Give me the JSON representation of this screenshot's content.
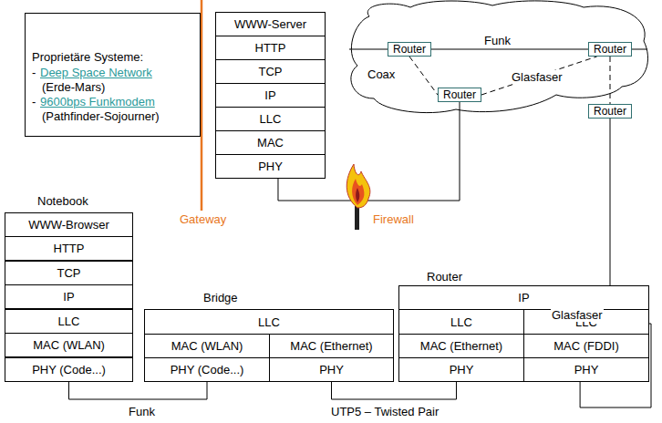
{
  "diagram": {
    "nodes": [
      {
        "text": [
          "Proprietäre Systeme:",
          "-",
          "Deep Space Network",
          "(Erde-Mars)",
          "-",
          "9600bps Funkmodem",
          "(Pathfinder-Sojourner)"
        ]
      },
      {
        "text": [
          "WWW-Server"
        ]
      },
      {
        "text": [
          "HTTP"
        ]
      },
      {
        "text": [
          "TCP"
        ]
      },
      {
        "text": [
          "IP"
        ]
      },
      {
        "text": [
          "LLC"
        ]
      },
      {
        "text": [
          "MAC"
        ]
      },
      {
        "text": [
          "PHY"
        ]
      },
      {
        "text": [
          "Router"
        ]
      },
      {
        "text": [
          "Router"
        ]
      },
      {
        "text": [
          "Router"
        ]
      },
      {
        "text": [
          "Router"
        ]
      },
      {
        "text": [
          "WWW-Browser"
        ]
      },
      {
        "text": [
          "HTTP"
        ]
      },
      {
        "text": [
          "TCP"
        ]
      },
      {
        "text": [
          "IP"
        ]
      },
      {
        "text": [
          "LLC"
        ]
      },
      {
        "text": [
          "MAC (WLAN)"
        ]
      },
      {
        "text": [
          "PHY (Code...)"
        ]
      },
      {
        "text": [
          "LLC"
        ]
      },
      {
        "text": [
          "MAC (WLAN)"
        ]
      },
      {
        "text": [
          "MAC (Ethernet)"
        ]
      },
      {
        "text": [
          "PHY (Code...)"
        ]
      },
      {
        "text": [
          "PHY"
        ]
      },
      {
        "text": [
          "IP"
        ]
      },
      {
        "text": [
          "LLC"
        ]
      },
      {
        "text": [
          "LLC"
        ]
      },
      {
        "text": [
          "MAC (Ethernet)"
        ]
      },
      {
        "text": [
          "MAC (FDDI)"
        ]
      },
      {
        "text": [
          "PHY"
        ]
      },
      {
        "text": [
          "PHY"
        ]
      }
    ],
    "edges": [
      {
        "from": 7,
        "to": 10,
        "arrow": "none"
      },
      {
        "from": 8,
        "to": 9,
        "label": "Funk",
        "arrow": "none"
      },
      {
        "from": 8,
        "to": 10,
        "label": "Coax",
        "arrow": "none"
      },
      {
        "from": 10,
        "to": 9,
        "label": "Glasfaser",
        "arrow": "none"
      },
      {
        "from": 9,
        "to": 11,
        "arrow": "none"
      },
      {
        "from": 18,
        "to": 22,
        "label": "Funk",
        "arrow": "none"
      },
      {
        "from": 23,
        "to": 29,
        "label": "UTP5 – Twisted Pair",
        "arrow": "none"
      },
      {
        "from": 11,
        "to": 30,
        "label": "Glasfaser",
        "arrow": "none"
      }
    ],
    "labels": [
      "Notebook",
      "Gateway",
      "Firewall",
      "Bridge",
      "Router"
    ]
  }
}
